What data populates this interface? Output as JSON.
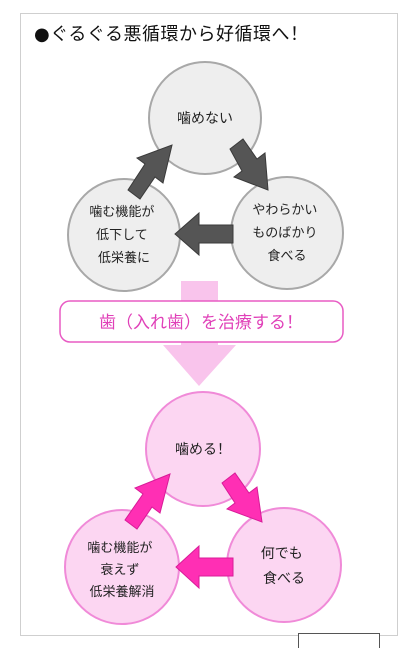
{
  "title": "●ぐるぐる悪循環から好循環へ！",
  "top_cycle": {
    "nodes": [
      {
        "lines": [
          "噛めない"
        ]
      },
      {
        "lines": [
          "やわらかい",
          "ものばかり",
          "食べる"
        ]
      },
      {
        "lines": [
          "噛む機能が",
          "低下して",
          "低栄養に"
        ]
      }
    ]
  },
  "banner": "歯（入れ歯）を治療する！",
  "bottom_cycle": {
    "nodes": [
      {
        "lines": [
          "噛める！"
        ]
      },
      {
        "lines": [
          "何でも",
          "食べる"
        ]
      },
      {
        "lines": [
          "噛む機能が",
          "衰えず",
          "低栄養解消"
        ]
      }
    ]
  },
  "colors": {
    "top_circle_fill": "#eeeeee",
    "top_circle_stroke": "#a8a8a8",
    "top_arrow": "#555555",
    "bottom_circle_fill": "#fcd6f2",
    "bottom_circle_stroke": "#f08ad8",
    "bottom_arrow": "#ff2fb4",
    "banner_text": "#e040b8",
    "banner_border": "#e85cc4",
    "down_arrow_fill": "#f9c4ec"
  }
}
